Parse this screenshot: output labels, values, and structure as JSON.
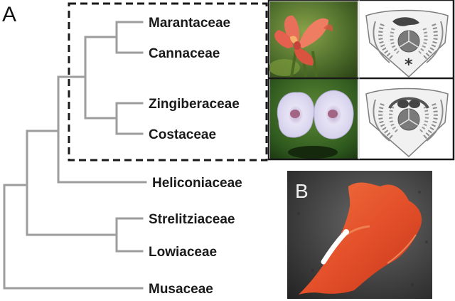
{
  "figure": {
    "panel_a_label": "A",
    "panel_b_label": "B"
  },
  "tree": {
    "taxa": [
      {
        "id": "marantaceae",
        "label": "Marantaceae"
      },
      {
        "id": "cannaceae",
        "label": "Cannaceae"
      },
      {
        "id": "zingiberaceae",
        "label": "Zingiberaceae"
      },
      {
        "id": "costaceae",
        "label": "Costaceae"
      },
      {
        "id": "heliconiaceae",
        "label": "Heliconiaceae"
      },
      {
        "id": "strelitziaceae",
        "label": "Strelitziaceae"
      },
      {
        "id": "lowiaceae",
        "label": "Lowiaceae"
      },
      {
        "id": "musaceae",
        "label": "Musaceae"
      }
    ],
    "highlighted_clade": [
      "Marantaceae",
      "Cannaceae",
      "Zingiberaceae",
      "Costaceae"
    ],
    "branch_color": "#9d9d9d"
  },
  "floral_diagrams": [
    {
      "row": "top",
      "stamen_shape": "single-curved",
      "marker": "*"
    },
    {
      "row": "bottom",
      "stamen_shape": "double-lobed",
      "marker": ""
    }
  ],
  "photos": [
    {
      "id": "canna-flower",
      "colors": [
        "#e66a55",
        "#4f6f2c"
      ]
    },
    {
      "id": "costus-flower",
      "colors": [
        "#d6d2ef",
        "#3f6a2a"
      ]
    },
    {
      "id": "staminode-petal",
      "colors": [
        "#e24b2a",
        "#3c3c3c"
      ]
    }
  ]
}
